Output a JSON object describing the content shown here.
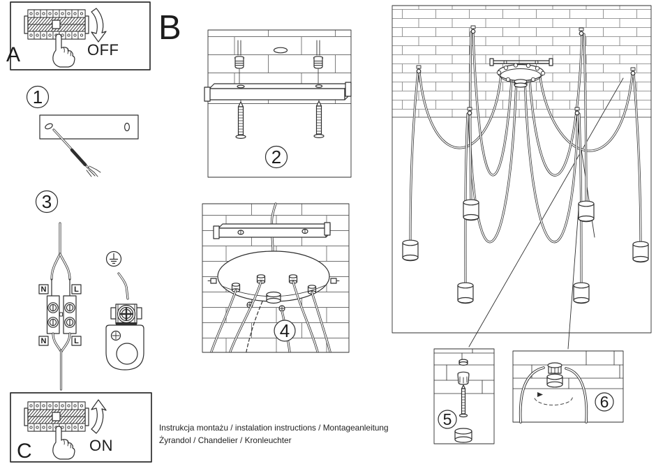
{
  "sheet": {
    "background": "#ffffff",
    "ink": "#2e2e2e"
  },
  "sections": {
    "breaker_off": {
      "letter": "A",
      "action_label": "OFF"
    },
    "breaker_on": {
      "letter": "C",
      "action_label": "ON"
    },
    "mounting": {
      "letter": "B"
    }
  },
  "steps": [
    {
      "number": "1"
    },
    {
      "number": "2"
    },
    {
      "number": "3"
    },
    {
      "number": "4"
    },
    {
      "number": "5"
    },
    {
      "number": "6"
    }
  ],
  "wiring": {
    "terminal_top_left": "N",
    "terminal_top_right": "L",
    "terminal_bottom_left": "N",
    "terminal_bottom_right": "L"
  },
  "footer": {
    "line1": "Instrukcja montażu / instalation instructions / Montageanleitung",
    "line2": "Żyrandol / Chandelier / Kronleuchter"
  }
}
